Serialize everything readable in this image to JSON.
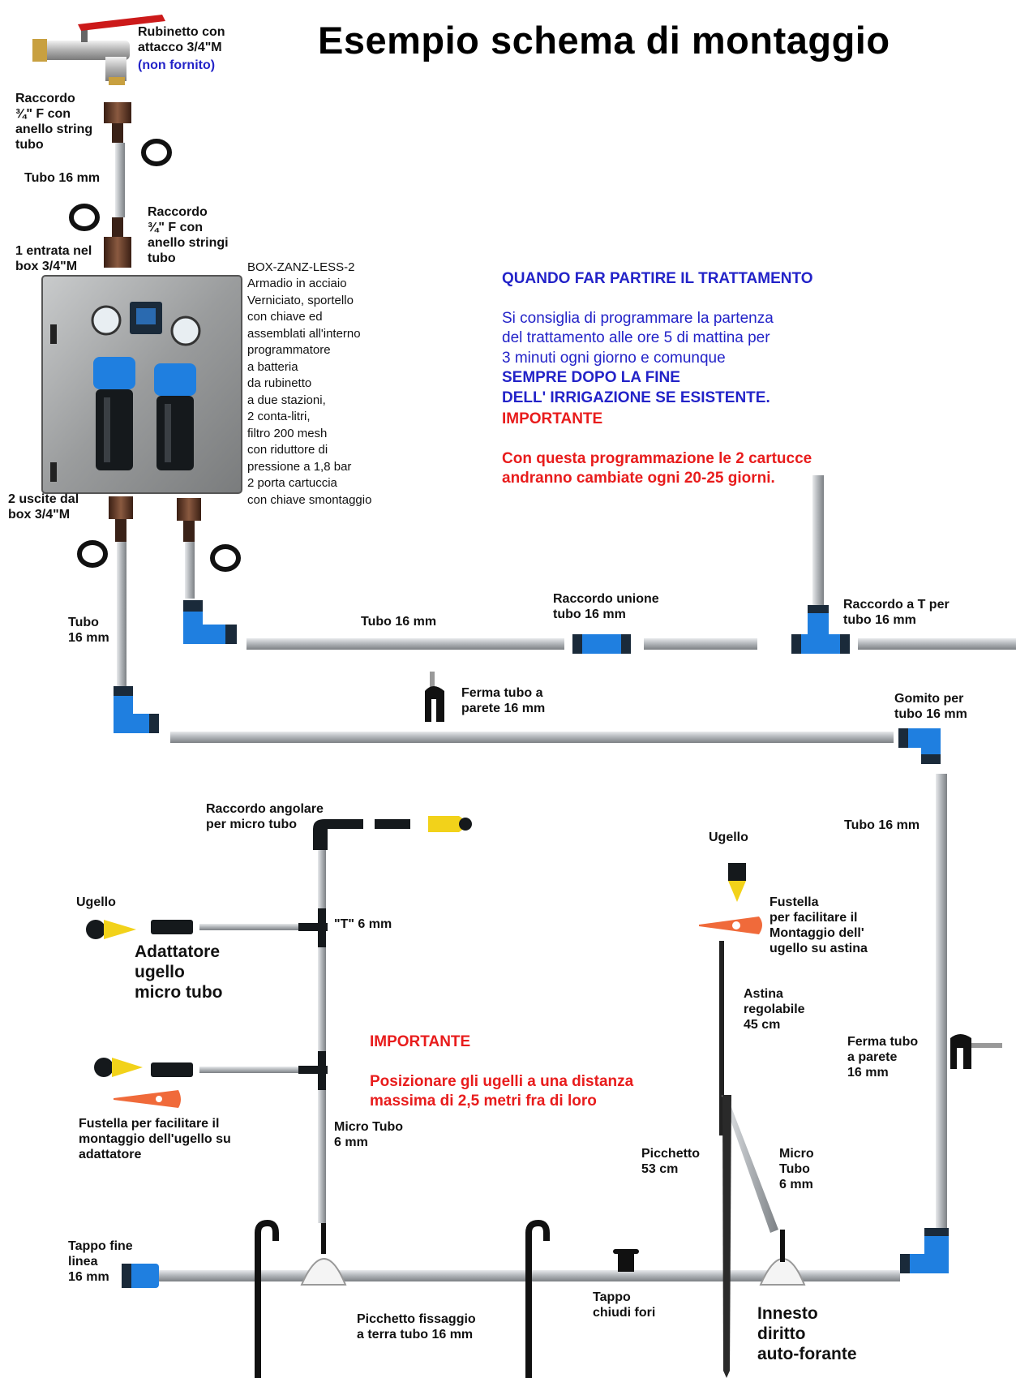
{
  "title": "Esempio schema di montaggio",
  "labels": {
    "rubinetto": "Rubinetto con\nattacco 3/4\"M",
    "non_fornito": "(non fornito)",
    "raccordo_top": "Raccordo\n¾\" F con\nanello string\ntubo",
    "tubo_16_a": "Tubo 16 mm",
    "raccordo_mid": "Raccordo\n¾\" F con\nanello stringi\ntubo",
    "entrata": "1 entrata nel\nbox 3/4\"M",
    "box_name": "BOX-ZANZ-LESS-2",
    "box_desc": "Armadio in acciaio\nVerniciato, sportello\ncon chiave ed\nassemblati all'interno\nprogrammatore\na batteria\nda rubinetto\na due stazioni,\n2 conta-litri,\nfiltro 200 mesh\ncon riduttore di\npressione a 1,8 bar\n2 porta cartuccia\ncon chiave smontaggio",
    "uscite": "2 uscite dal\nbox 3/4\"M",
    "tubo_16_b": "Tubo\n16 mm",
    "tubo_16_c": "Tubo 16 mm",
    "raccordo_unione": "Raccordo unione\ntubo 16 mm",
    "raccordo_t": "Raccordo a T per\ntubo 16 mm",
    "ferma_tubo_a": "Ferma tubo a\nparete 16 mm",
    "gomito": "Gomito per\ntubo 16 mm",
    "raccordo_angolare": "Raccordo angolare\nper micro tubo",
    "ugello_left": "Ugello",
    "t_6mm": "\"T\" 6 mm",
    "adattatore": "Adattatore\nugello\nmicro tubo",
    "fustella_left": "Fustella per facilitare il\nmontaggio dell'ugello su\nadattatore",
    "micro_tubo_a": "Micro Tubo\n6 mm",
    "tappo_fine": "Tappo fine\nlinea\n16 mm",
    "picchetto_fissaggio": "Picchetto fissaggio\na terra tubo 16 mm",
    "tappo_chiudi": "Tappo\nchiudi fori",
    "innesto": "Innesto\ndiritto\nauto-forante",
    "picchetto_53": "Picchetto\n53 cm",
    "micro_tubo_b": "Micro\nTubo\n6 mm",
    "astina": "Astina\nregolabile\n45 cm",
    "ugello_right": "Ugello",
    "fustella_right": "Fustella\nper facilitare il\nMontaggio dell'\nugello su astina",
    "tubo_16_d": "Tubo 16 mm",
    "ferma_tubo_b": "Ferma tubo\na parete\n16 mm"
  },
  "note_blue": {
    "heading": "QUANDO FAR PARTIRE IL TRATTAMENTO",
    "body": "Si consiglia di programmare la partenza\ndel trattamento alle ore 5 di mattina per\n3 minuti ogni giorno e comunque",
    "emphasis": "SEMPRE DOPO LA FINE\nDELL' IRRIGAZIONE SE ESISTENTE."
  },
  "note_red_top": {
    "heading": "IMPORTANTE",
    "body": "Con questa programmazione le 2 cartucce\nandranno cambiate ogni 20-25 giorni."
  },
  "note_red_bottom": {
    "heading": "IMPORTANTE",
    "body": "Posizionare gli ugelli a una distanza\nmassima di 2,5 metri fra di loro"
  },
  "colors": {
    "fitting_blue": "#1f7fe0",
    "fitting_dark": "#1a2a3a",
    "tap_red": "#cc1a1a",
    "nozzle_yellow": "#f2d21a",
    "fustella_orange": "#f06a3a",
    "pipe_gray": "#b8bcc0",
    "brass_brown": "#5a3020",
    "note_blue": "#2323c8",
    "note_red": "#e81c1c"
  }
}
